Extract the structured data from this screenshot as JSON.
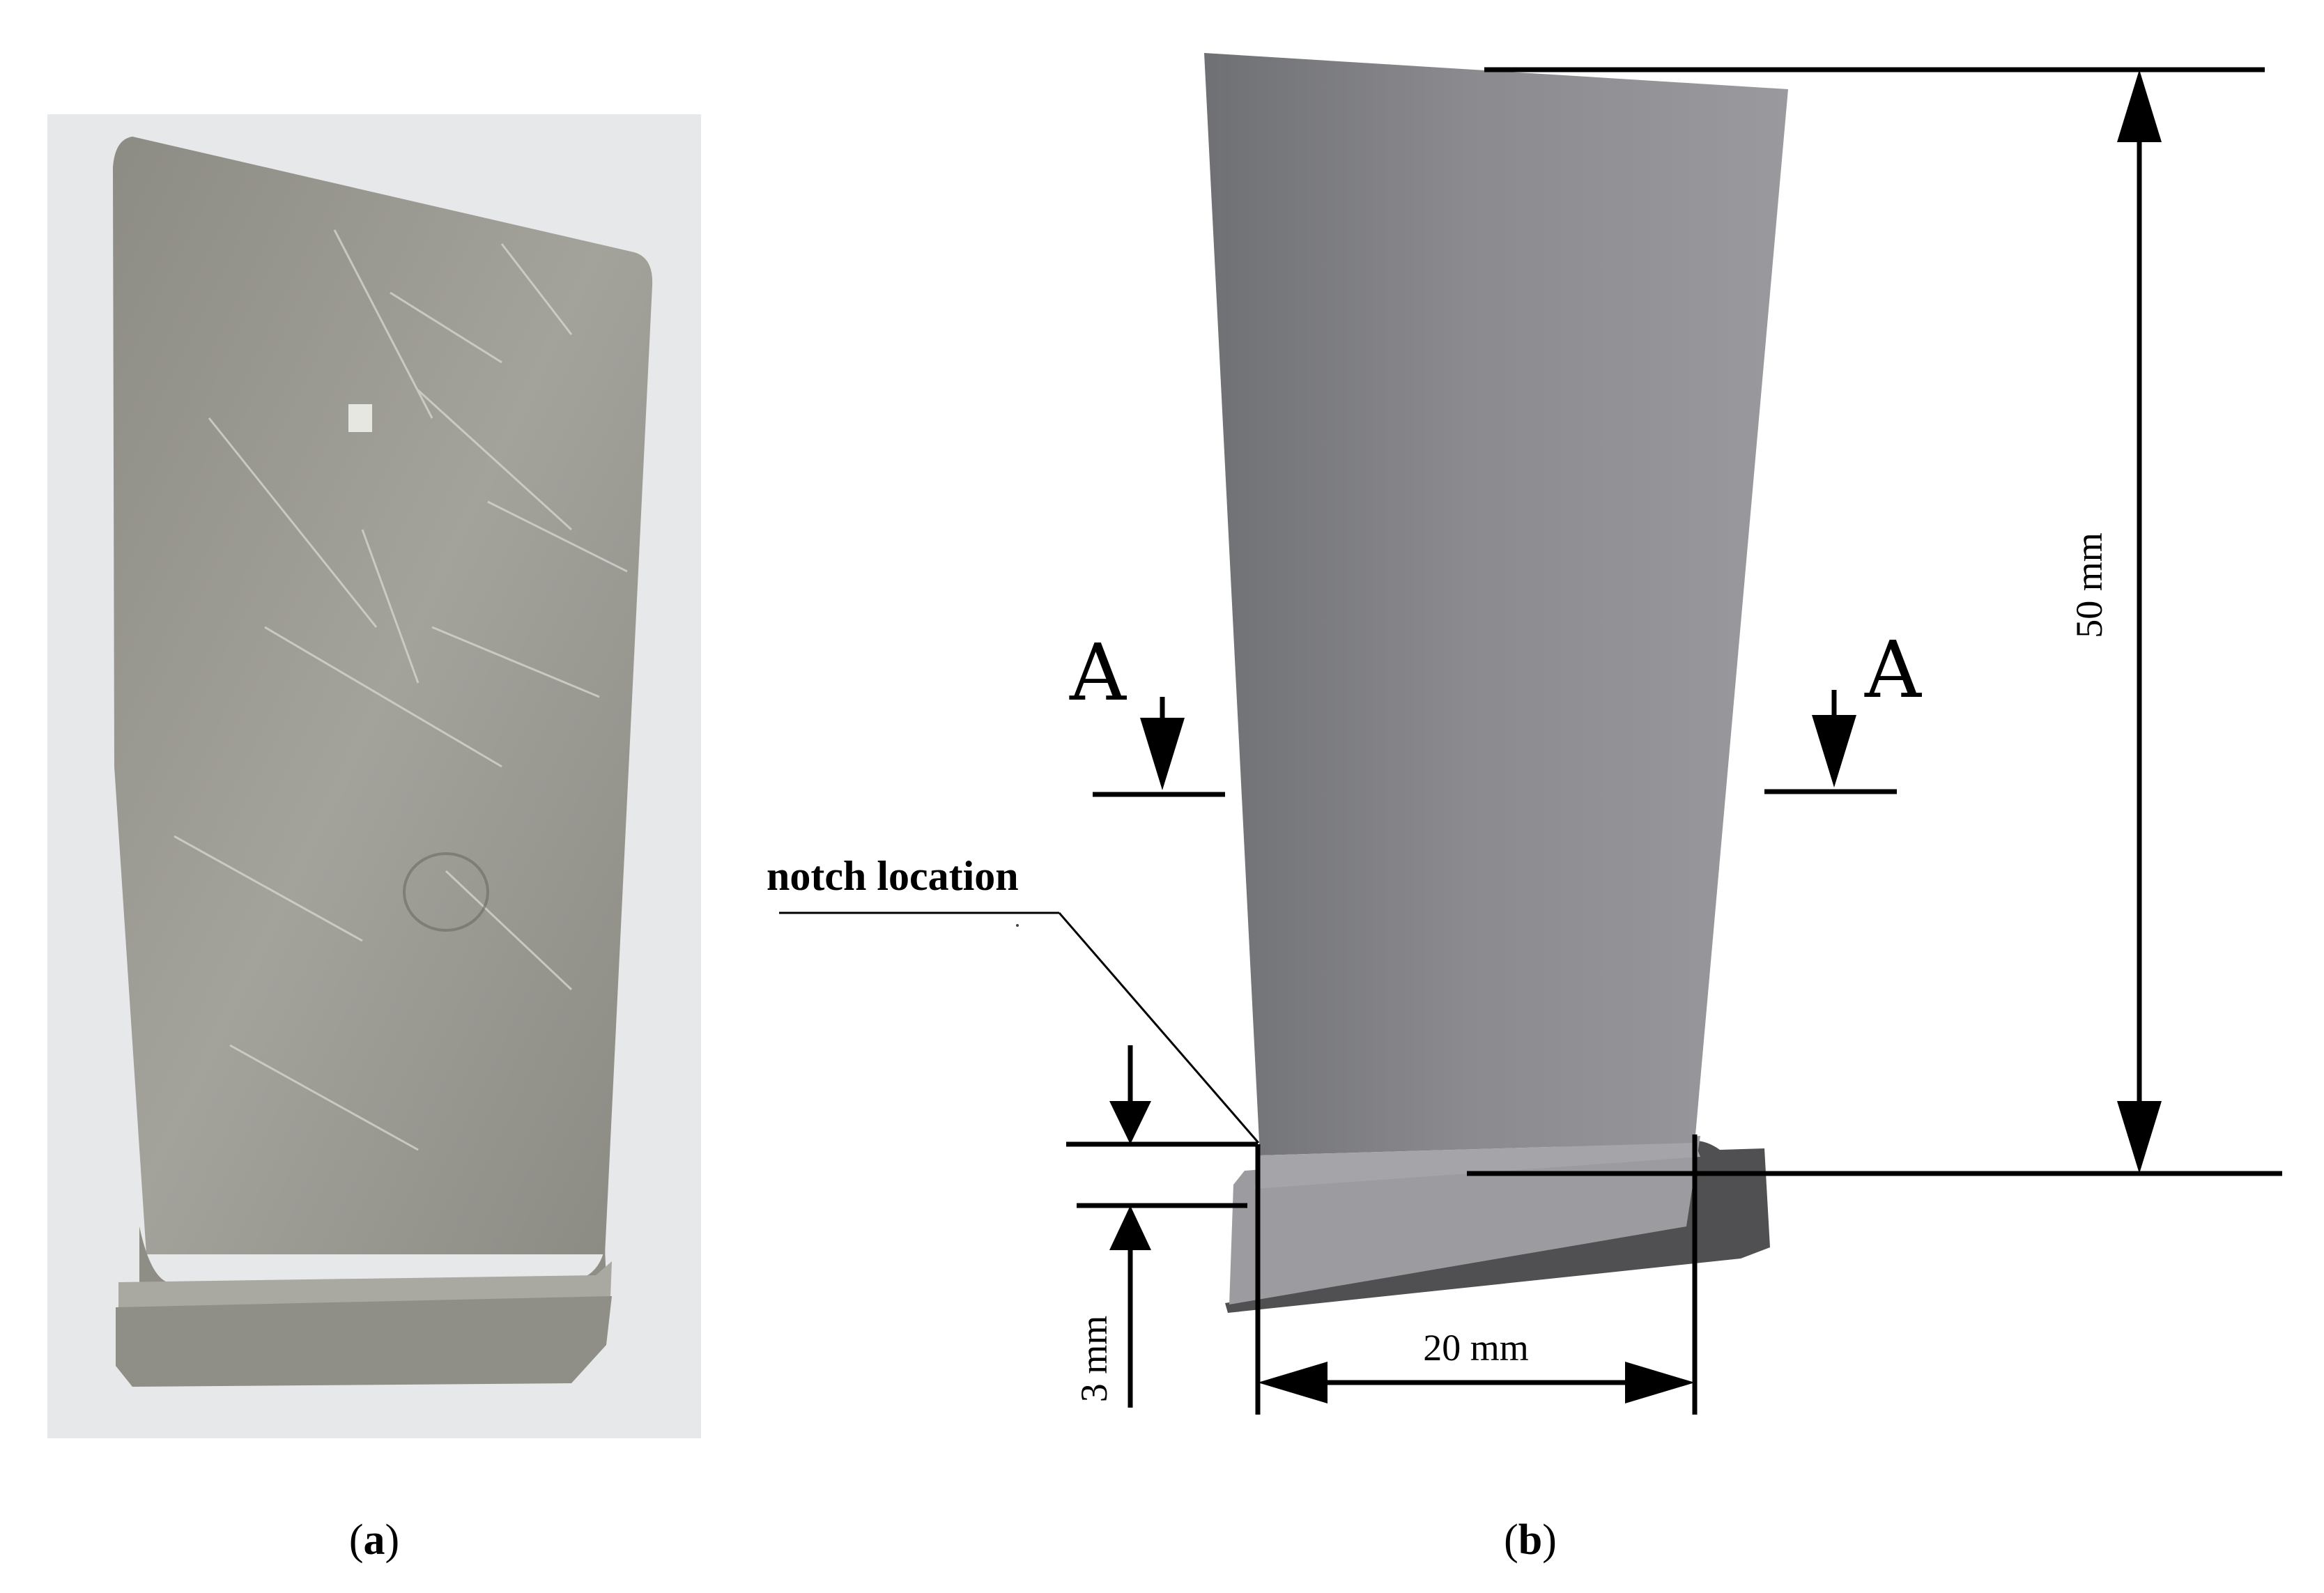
{
  "panel_a": {
    "caption_open": "(",
    "caption_letter": "a",
    "caption_close": ")"
  },
  "panel_b": {
    "caption_open": "(",
    "caption_letter": "b",
    "caption_close": ")",
    "notch_label": "notch location",
    "section_left": "A",
    "section_right": "A",
    "dim_height": "50 mm",
    "dim_width": "20 mm",
    "dim_notch": "3 mm"
  },
  "colors": {
    "photo_background": "#e6e7e8",
    "photo_metal": "#9a9a90",
    "blade_gray": "#8a8a8e",
    "platform_dark": "#505052",
    "line": "#000000"
  }
}
